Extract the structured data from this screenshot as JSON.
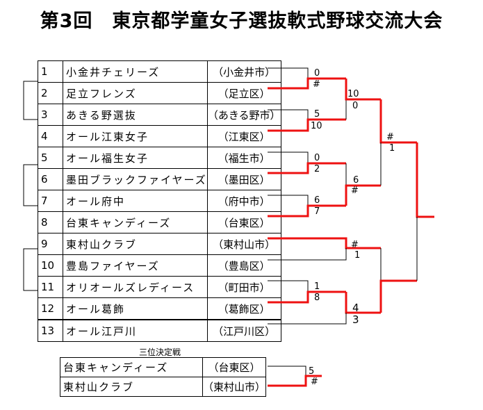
{
  "title": "第3回　東京都学童女子選抜軟式野球交流大会",
  "teams": [
    {
      "num": "1",
      "name": "小金井チェリーズ",
      "city": "（小金井市）"
    },
    {
      "num": "2",
      "name": "足立フレンズ",
      "city": "（足立区）"
    },
    {
      "num": "3",
      "name": "あきる野選抜",
      "city": "（あきる野市）"
    },
    {
      "num": "4",
      "name": "オール江東女子",
      "city": "（江東区）"
    },
    {
      "num": "5",
      "name": "オール福生女子",
      "city": "（福生市）"
    },
    {
      "num": "6",
      "name": "墨田ブラックファイヤーズ",
      "city": "（墨田区）"
    },
    {
      "num": "7",
      "name": "オール府中",
      "city": "（府中市）"
    },
    {
      "num": "8",
      "name": "台東キャンディーズ",
      "city": "（台東区）"
    },
    {
      "num": "9",
      "name": "東村山クラブ",
      "city": "（東村山市）"
    },
    {
      "num": "10",
      "name": "豊島ファイヤーズ",
      "city": "（豊島区）"
    },
    {
      "num": "11",
      "name": "オリオールズレディース",
      "city": "（町田市）"
    },
    {
      "num": "12",
      "name": "オール葛飾",
      "city": "（葛飾区）"
    },
    {
      "num": "13",
      "name": "オール江戸川",
      "city": "（江戸川区）"
    }
  ],
  "third_place": {
    "label": "三位決定戦",
    "teams": [
      {
        "name": "台東キャンディーズ",
        "city": "（台東区）"
      },
      {
        "name": "東村山クラブ",
        "city": "（東村山市）"
      }
    ]
  },
  "scores": {
    "r1_1v2": [
      "0",
      "#"
    ],
    "r1_3v4": [
      "5",
      "10"
    ],
    "r1_5v6": [
      "0",
      "2"
    ],
    "r1_7v8": [
      "6",
      "7"
    ],
    "r1_11v12": [
      "1",
      "8"
    ],
    "r2_top": [
      "10",
      "0"
    ],
    "r2_mid": [
      "6",
      "#"
    ],
    "r2_9v10": [
      "#",
      "1"
    ],
    "r2_12v13": [
      "4",
      "3"
    ],
    "semi_top": [
      "#",
      "1"
    ],
    "third": [
      "5",
      "#"
    ]
  },
  "colors": {
    "winner": "#ee1111",
    "line": "#000000"
  }
}
